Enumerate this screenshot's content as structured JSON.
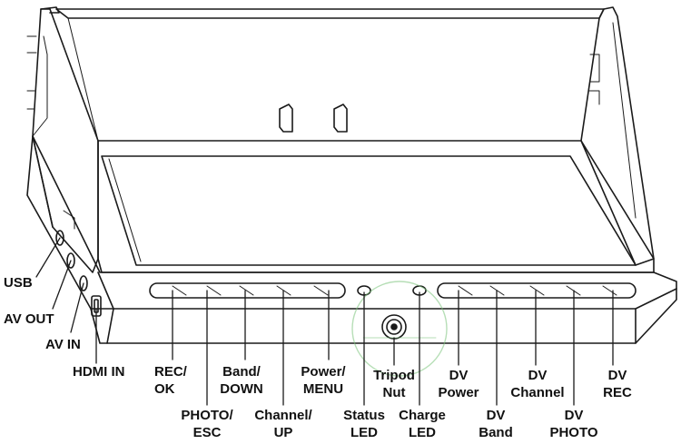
{
  "labels": {
    "usb": "USB",
    "av_out": "AV OUT",
    "av_in": "AV IN",
    "hdmi_in": "HDMI IN",
    "rec_ok": [
      "REC/",
      "OK"
    ],
    "photo_esc": [
      "PHOTO/",
      "ESC"
    ],
    "band_down": [
      "Band/",
      "DOWN"
    ],
    "channel_up": [
      "Channel/",
      "UP"
    ],
    "power_menu": [
      "Power/",
      "MENU"
    ],
    "status_led": [
      "Status",
      "LED"
    ],
    "tripod_nut": [
      "Tripod",
      "Nut"
    ],
    "charge_led": [
      "Charge",
      "LED"
    ],
    "dv_power": [
      "DV",
      "Power"
    ],
    "dv_band": [
      "DV",
      "Band"
    ],
    "dv_channel": [
      "DV",
      "Channel"
    ],
    "dv_photo": [
      "DV",
      "PHOTO"
    ],
    "dv_rec": [
      "DV",
      "REC"
    ]
  },
  "colors": {
    "line": "#1a1a1a",
    "background": "#ffffff",
    "watermark": "#7cc47c"
  }
}
